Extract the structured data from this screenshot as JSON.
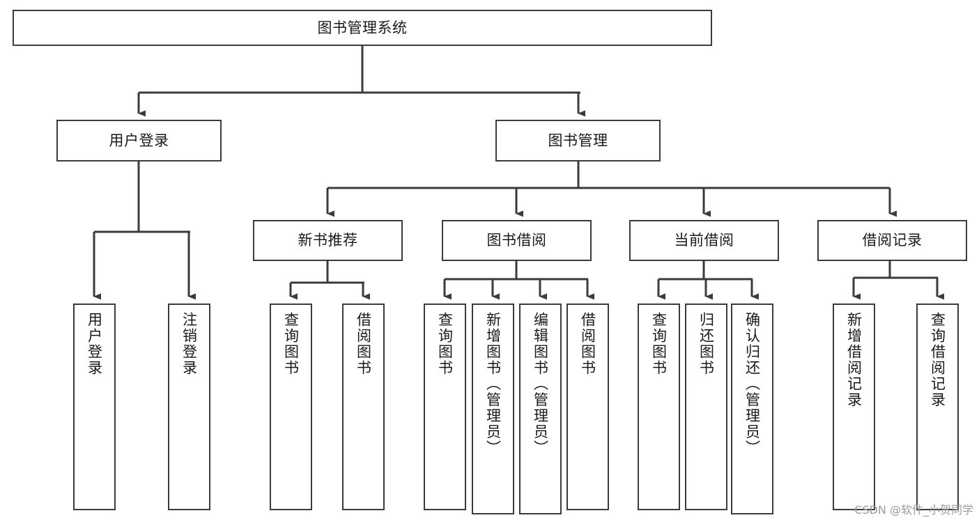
{
  "diagram": {
    "title": "图书管理系统",
    "type": "tree",
    "root": {
      "id": "root",
      "label": "图书管理系统"
    },
    "level2": [
      {
        "id": "user-login",
        "label": "用户登录"
      },
      {
        "id": "book-management",
        "label": "图书管理"
      }
    ],
    "level3": [
      {
        "id": "new-book-recommend",
        "label": "新书推荐",
        "parent": "book-management"
      },
      {
        "id": "book-borrow",
        "label": "图书借阅",
        "parent": "book-management"
      },
      {
        "id": "current-borrow",
        "label": "当前借阅",
        "parent": "book-management"
      },
      {
        "id": "borrow-record",
        "label": "借阅记录",
        "parent": "book-management"
      }
    ],
    "leaves": [
      {
        "id": "leaf-user-login",
        "label": "用户登录",
        "parent": "user-login"
      },
      {
        "id": "leaf-logout-login",
        "label": "注销登录",
        "parent": "user-login"
      },
      {
        "id": "leaf-query-book-1",
        "label": "查询图书",
        "parent": "new-book-recommend"
      },
      {
        "id": "leaf-borrow-book-1",
        "label": "借阅图书",
        "parent": "new-book-recommend"
      },
      {
        "id": "leaf-query-book-2",
        "label": "查询图书",
        "parent": "book-borrow"
      },
      {
        "id": "leaf-add-book",
        "label": "新增图书（管理员）",
        "parent": "book-borrow"
      },
      {
        "id": "leaf-edit-book",
        "label": "编辑图书（管理员）",
        "parent": "book-borrow"
      },
      {
        "id": "leaf-borrow-book-2",
        "label": "借阅图书",
        "parent": "book-borrow"
      },
      {
        "id": "leaf-query-book-3",
        "label": "查询图书",
        "parent": "current-borrow"
      },
      {
        "id": "leaf-return-book",
        "label": "归还图书",
        "parent": "current-borrow"
      },
      {
        "id": "leaf-confirm-return",
        "label": "确认归还（管理员）",
        "parent": "current-borrow"
      },
      {
        "id": "leaf-add-borrow-record",
        "label": "新增借阅记录",
        "parent": "borrow-record"
      },
      {
        "id": "leaf-query-borrow-record",
        "label": "查询借阅记录",
        "parent": "borrow-record"
      }
    ],
    "colors": {
      "box_border": "#3b3b3b",
      "box_fill": "#ffffff",
      "edge": "#3b3b3b",
      "text": "#1a1a1a",
      "watermark": "#9a9a9a",
      "background": "#ffffff"
    }
  },
  "watermark": {
    "text": "CSDN @软件_小贺同学"
  }
}
